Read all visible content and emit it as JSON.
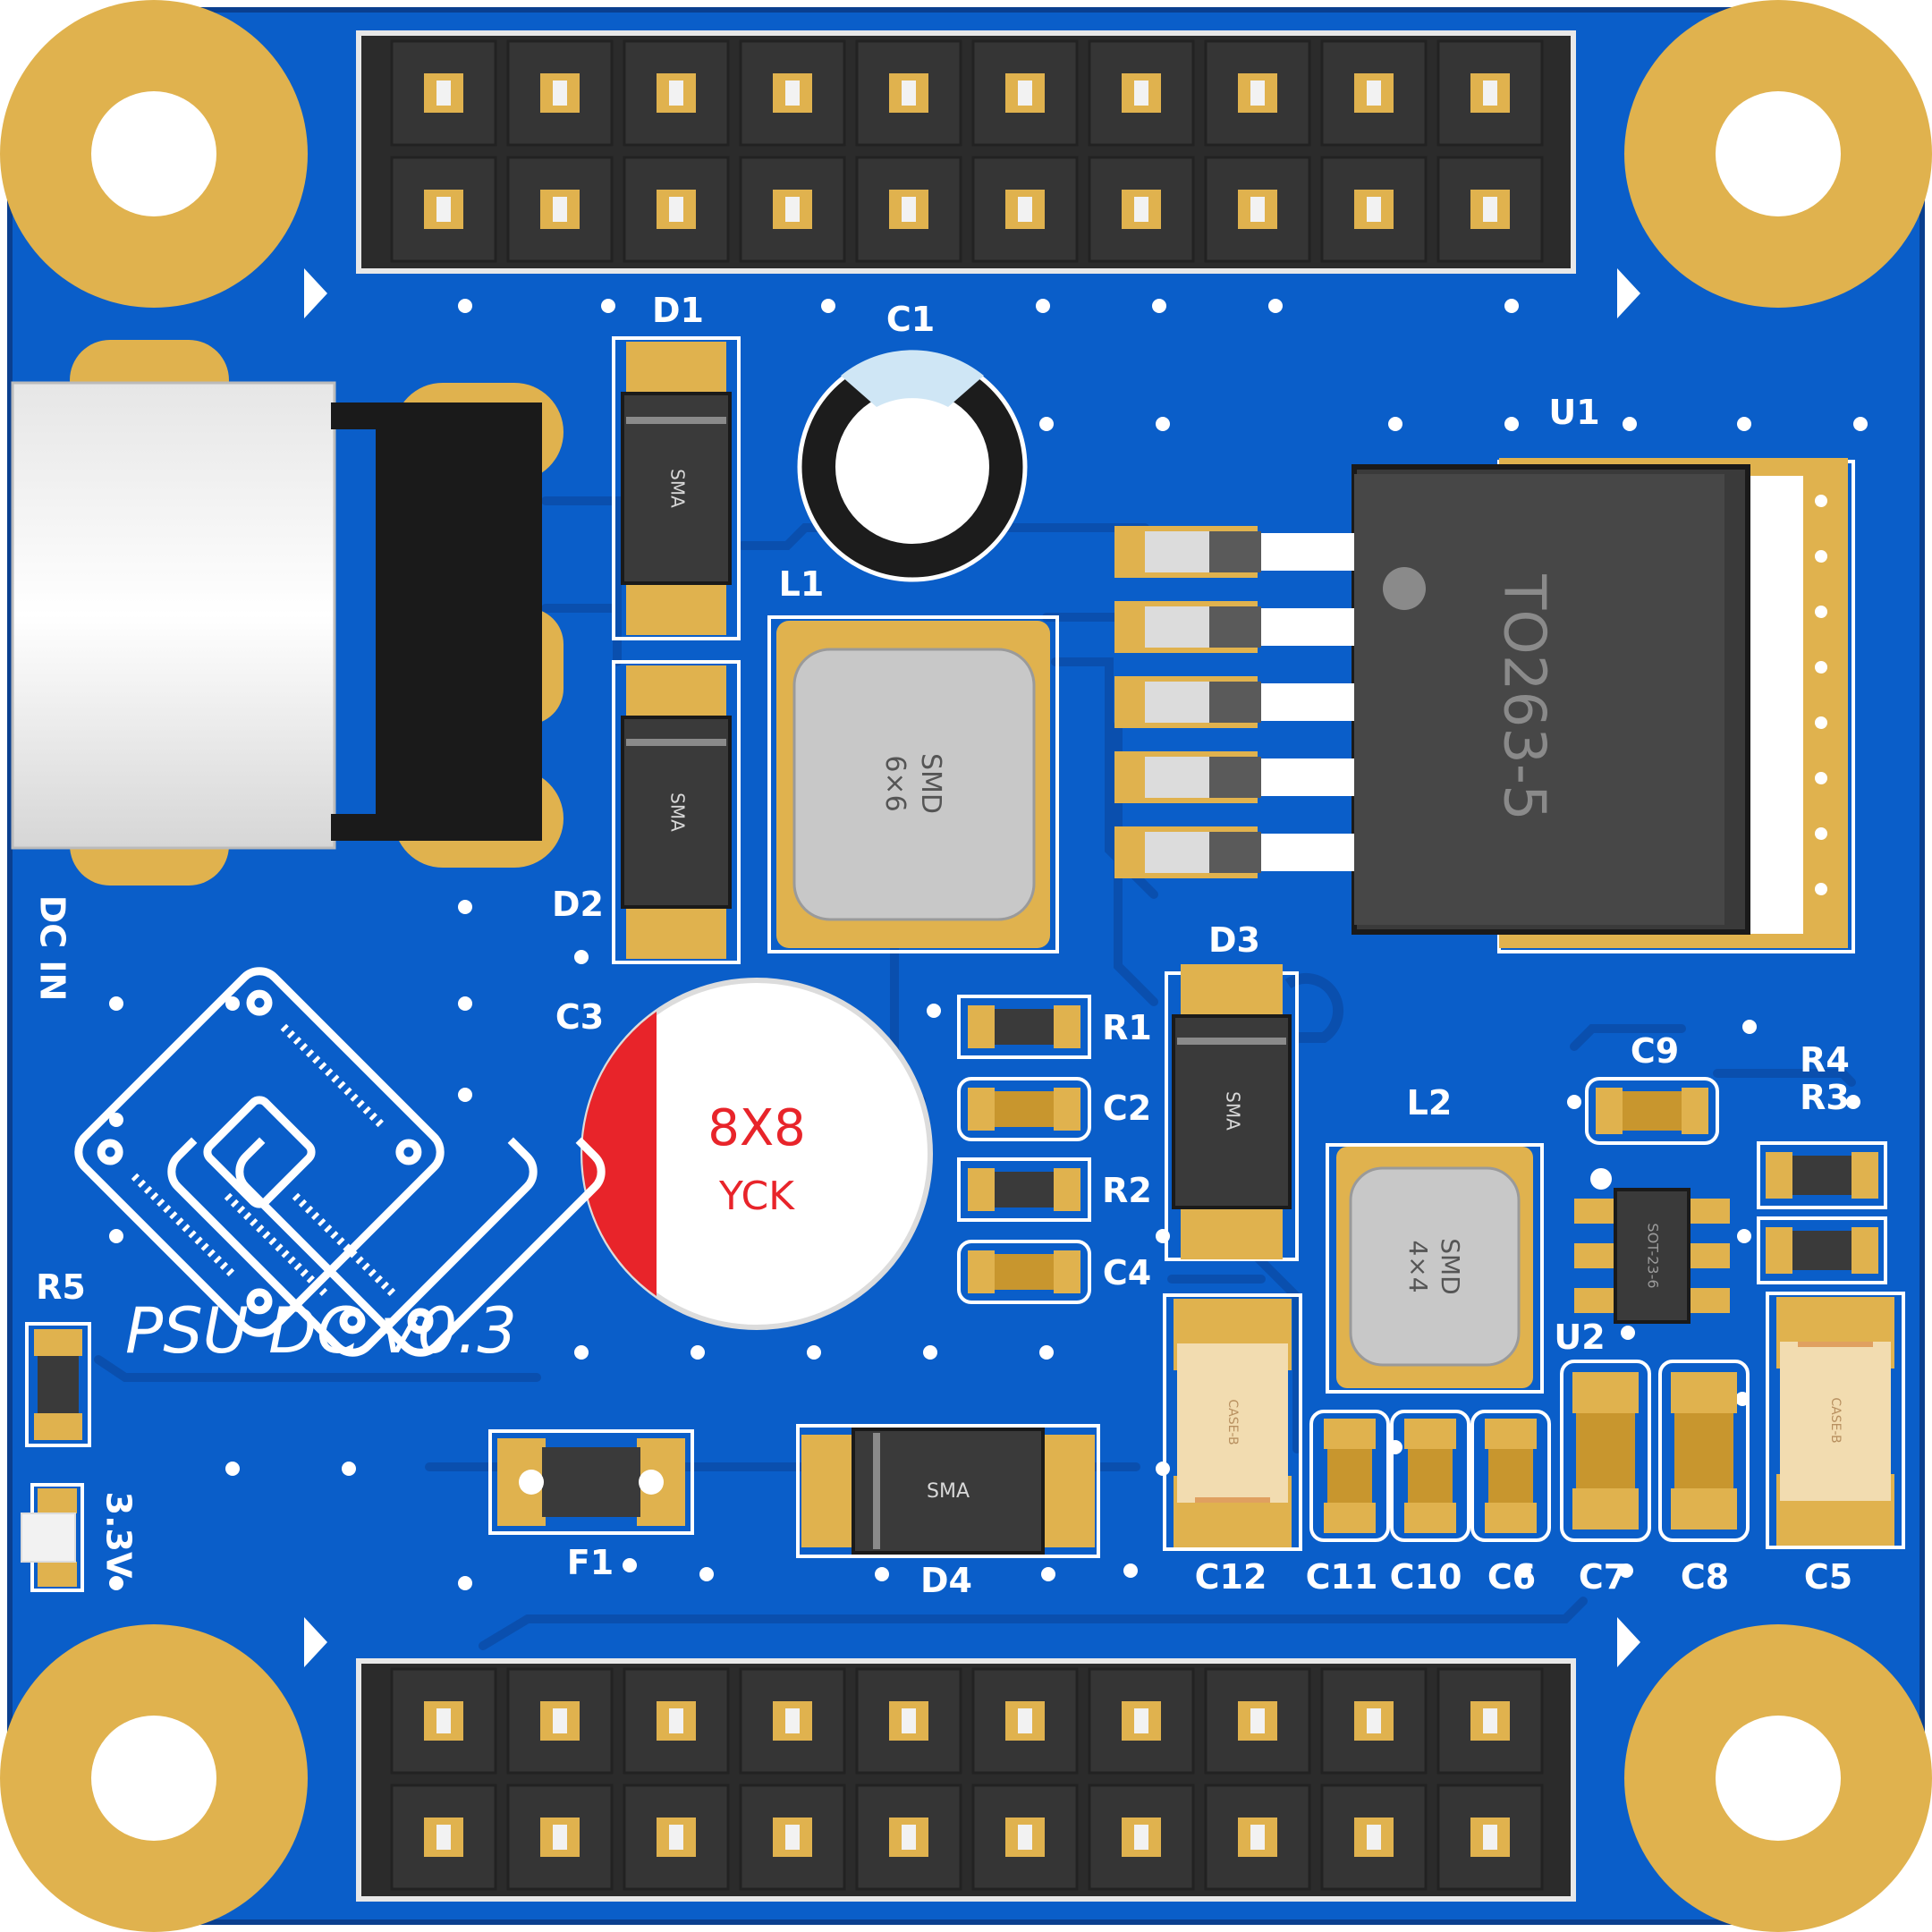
{
  "board": {
    "title": "PSU DC v0.3",
    "colors": {
      "pcb": "#0a5ec9",
      "pcb_edge": "#0a3f8f",
      "gold": "#e0b24e",
      "silkscreen": "#ffffff",
      "ic_body": "#3a3a3a",
      "header": "#2b2b2b",
      "cap_red": "#e8242a"
    }
  },
  "labels": {
    "dc_in": "DC IN",
    "led_33": "3.3V",
    "D1": "D1",
    "D2": "D2",
    "D3": "D3",
    "D4": "D4",
    "C1": "C1",
    "C2": "C2",
    "C3": "C3",
    "C4": "C4",
    "C5": "C5",
    "C6": "C6",
    "C7": "C7",
    "C8": "C8",
    "C9": "C9",
    "C10": "C10",
    "C11": "C11",
    "C12": "C12",
    "L1": "L1",
    "L2": "L2",
    "R1": "R1",
    "R2": "R2",
    "R3": "R3",
    "R4": "R4",
    "R5": "R5",
    "U1": "U1",
    "U2": "U2",
    "F1": "F1"
  },
  "packages": {
    "sma": "SMA",
    "to263": "TO263-5",
    "smd": "SMD",
    "size_6x6": "6×6",
    "size_4x4": "4×4",
    "sot": "SOT-23-6",
    "case_b": "CASE-B",
    "cap_size": "8X8",
    "cap_brand": "YCK"
  }
}
